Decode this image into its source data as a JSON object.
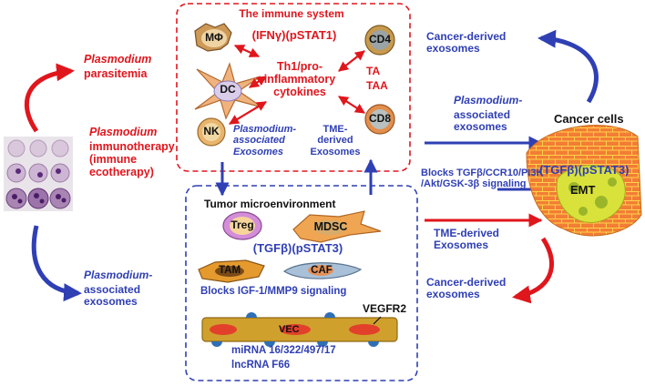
{
  "immune": {
    "title": "The immune system",
    "signal": "(IFNγ)(pSTAT1)",
    "cytokines": "Th1/pro-\ninflammatory\ncytokines",
    "cells": {
      "mphi": "MΦ",
      "dc": "DC",
      "nk": "NK",
      "cd4": "CD4",
      "cd8": "CD8"
    },
    "ta": "TA",
    "taa": "TAA",
    "plasmodium_exo": "Plasmodium-\nassociated\nExosomes",
    "tme_exo": "TME-\nderived\nExosomes"
  },
  "tme": {
    "title": "Tumor microenvironment",
    "signal": "(TGFβ)(pSTAT3)",
    "cells": {
      "treg": "Treg",
      "mdsc": "MDSC",
      "tam": "TAM",
      "caf": "CAF",
      "vec": "VEC"
    },
    "blocks": "Blocks IGF-1/MMP9 signaling",
    "vegfr2": "VEGFR2",
    "mirna": "miRNA 16/322/497/17",
    "lncrna": "lncRNA F66"
  },
  "left": {
    "parasitemia_1": "Plasmodium",
    "parasitemia_2": "parasitemia",
    "immuno_1": "Plasmodium",
    "immuno_2": "immunotherapy\n(immune\necotherapy)",
    "exo_1": "Plasmodium-",
    "exo_2": "associated\nexosomes"
  },
  "right": {
    "cancer_exo_top": "Cancer-derived\nexosomes",
    "plas_exo_1": "Plasmodium-",
    "plas_exo_2": "associated\nexosomes",
    "cancer_cells": "Cancer cells",
    "cancer_signal": "(TGFβ)(pSTAT3)",
    "emt": "EMT",
    "blocks": "Blocks TGFβ/CCR10/PI3K\n/Akt/GSK-3β signaling",
    "tme_exo": "TME-derived\nExosomes",
    "cancer_exo_bottom": "Cancer-derived\nexosomes"
  },
  "colors": {
    "red": "#e0161d",
    "blue": "#2f3fb4",
    "black": "#111111"
  }
}
